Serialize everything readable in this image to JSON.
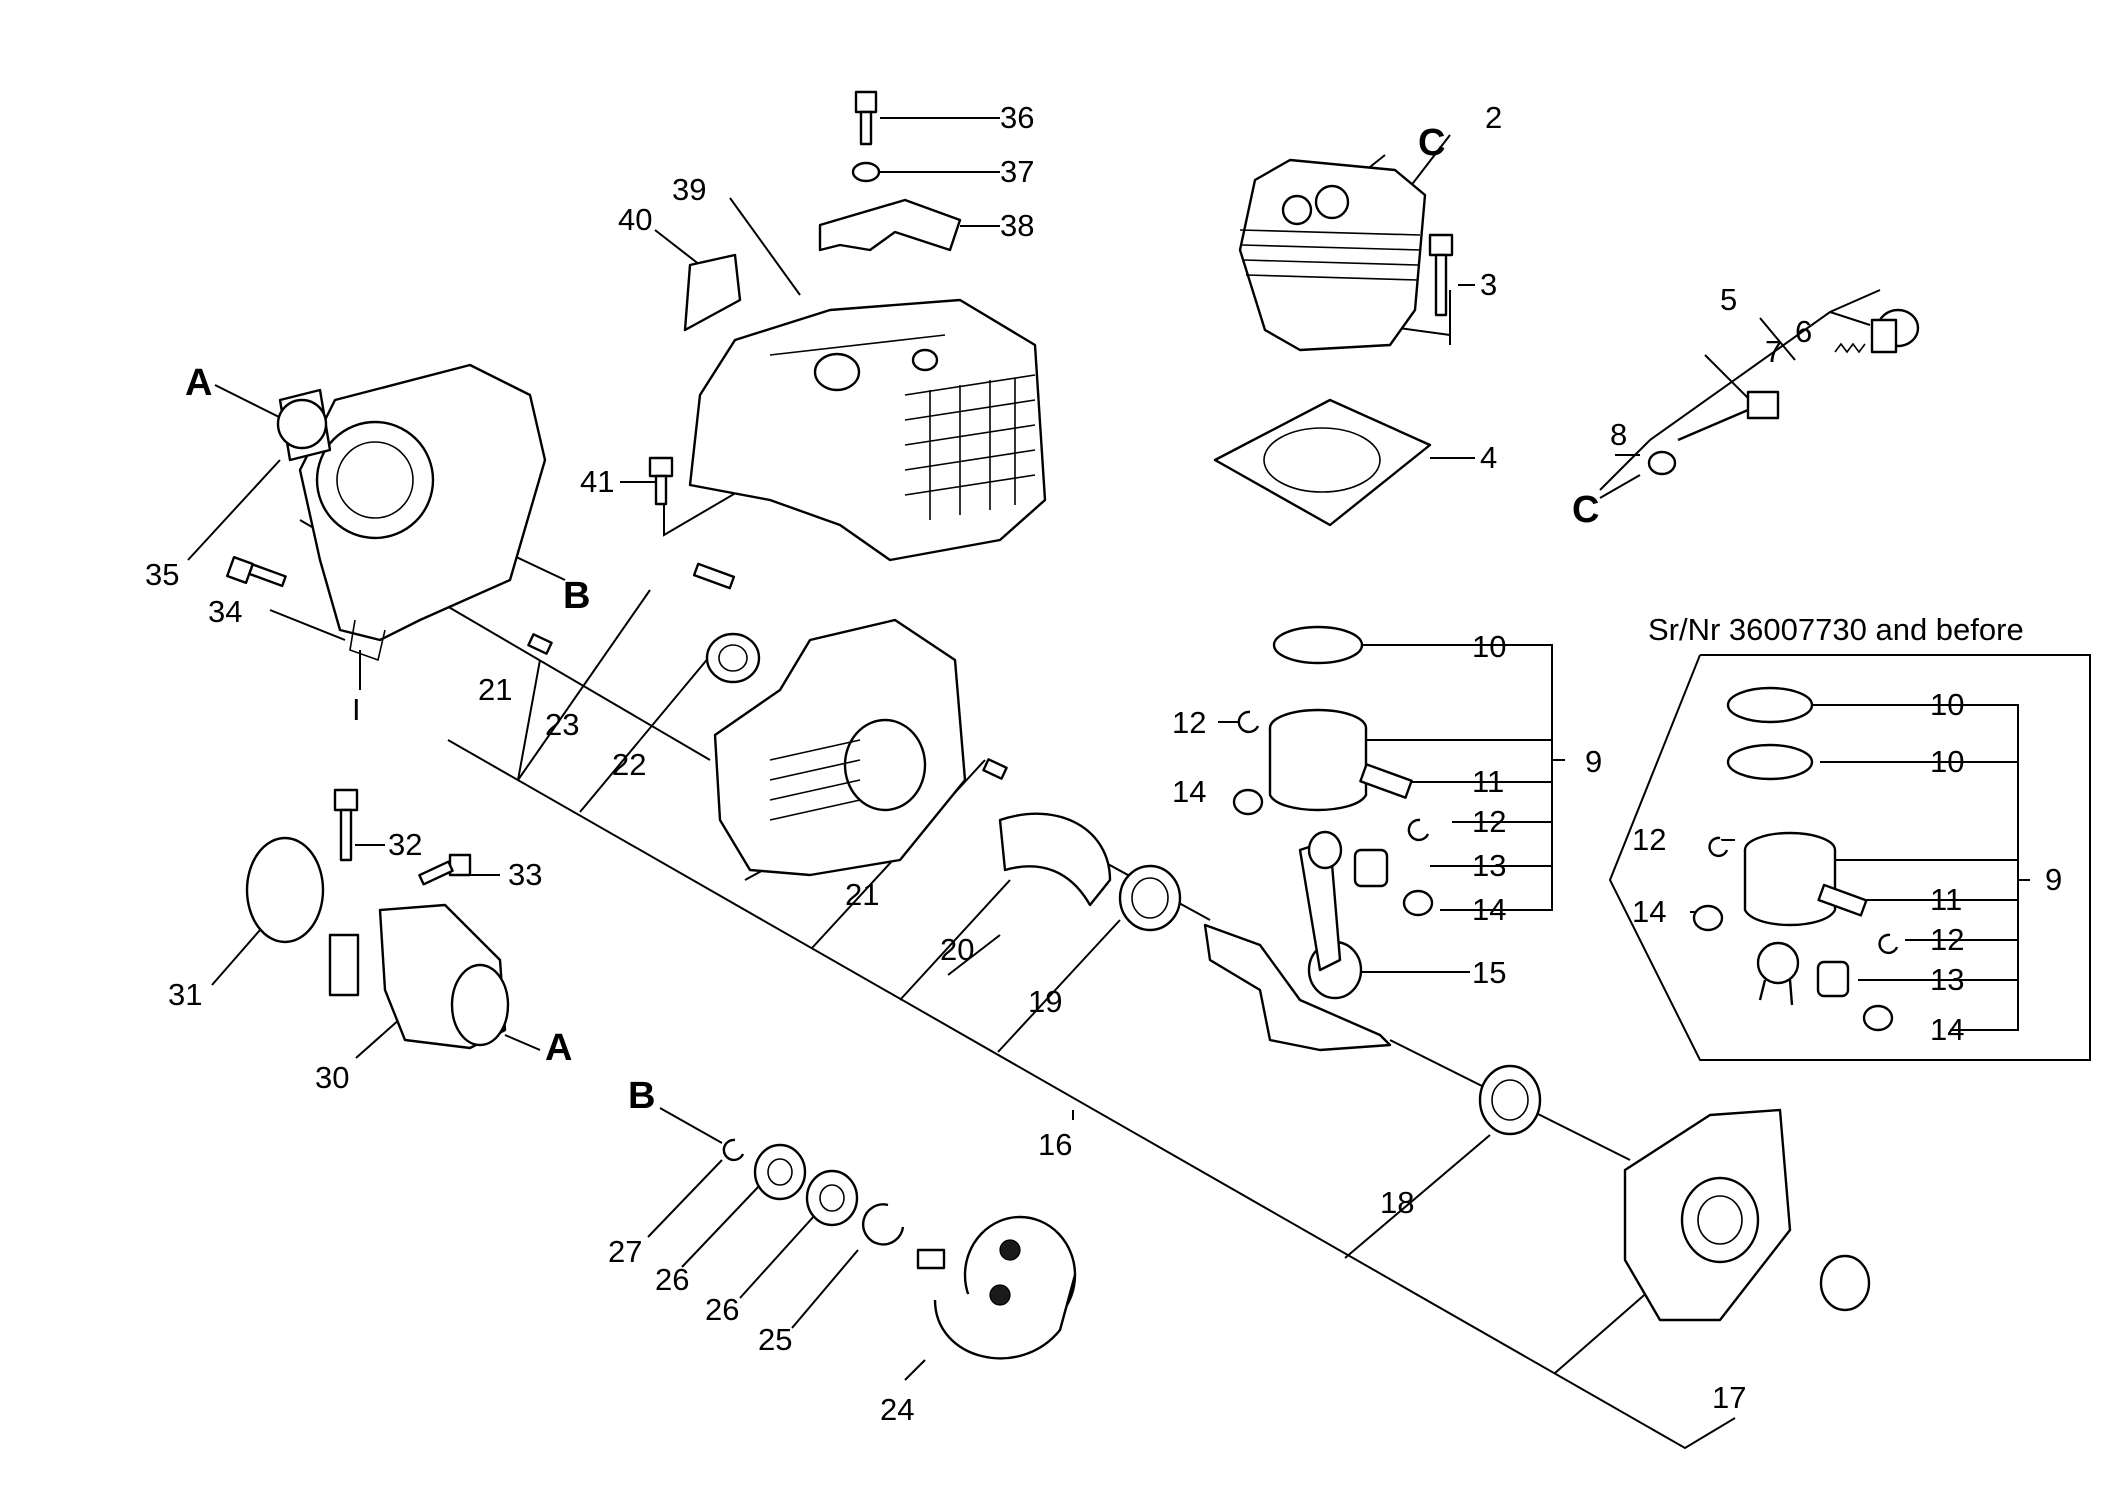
{
  "diagram": {
    "inset_header": "Sr/Nr 36007730 and before",
    "reference_letters": {
      "a": "A",
      "b": "B",
      "c": "C",
      "i": "I"
    },
    "part_numbers": [
      "2",
      "3",
      "4",
      "5",
      "6",
      "7",
      "8",
      "9",
      "10",
      "11",
      "12",
      "13",
      "14",
      "15",
      "16",
      "17",
      "18",
      "19",
      "20",
      "21",
      "22",
      "23",
      "24",
      "25",
      "26",
      "27",
      "30",
      "31",
      "32",
      "33",
      "34",
      "35",
      "36",
      "37",
      "38",
      "39",
      "40",
      "41"
    ],
    "inset_part_numbers": [
      "9",
      "10",
      "10",
      "11",
      "12",
      "12",
      "13",
      "14"
    ],
    "line_color": "#000000",
    "background": "#ffffff"
  }
}
